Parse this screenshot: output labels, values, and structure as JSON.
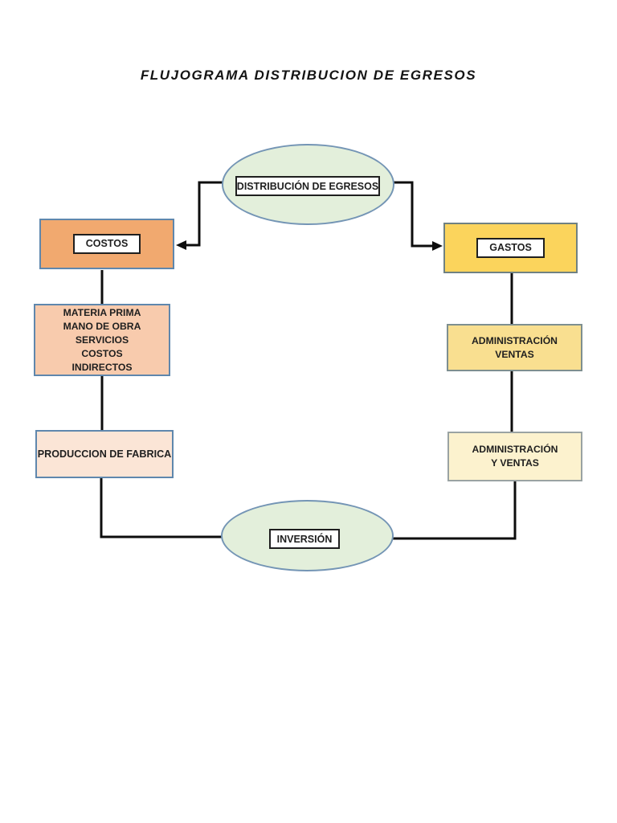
{
  "page": {
    "title": "FLUJOGRAMA DISTRIBUCION DE EGRESOS",
    "background": "#FFFFFF"
  },
  "diagram": {
    "nodes": {
      "distribucion": {
        "label": "DISTRIBUCIÓN DE EGRESOS",
        "shape": "ellipse"
      },
      "costos": {
        "label": "COSTOS",
        "shape": "rect"
      },
      "materia": {
        "lines": [
          "MATERIA PRIMA",
          "MANO DE OBRA",
          "SERVICIOS",
          "COSTOS",
          "INDIRECTOS"
        ],
        "shape": "rect"
      },
      "produccion": {
        "label": "PRODUCCION DE FABRICA",
        "shape": "rect"
      },
      "gastos": {
        "label": "GASTOS",
        "shape": "rect"
      },
      "admin_ventas": {
        "lines": [
          "ADMINISTRACIÓN",
          "VENTAS"
        ],
        "shape": "rect"
      },
      "admin_y_ventas": {
        "lines": [
          "ADMINISTRACIÓN",
          "Y VENTAS"
        ],
        "shape": "rect"
      },
      "inversion": {
        "label": "INVERSIÓN",
        "shape": "ellipse"
      }
    },
    "edges": [
      {
        "from": "distribucion",
        "to": "costos",
        "arrow": true
      },
      {
        "from": "distribucion",
        "to": "gastos",
        "arrow": true
      },
      {
        "from": "costos",
        "to": "materia",
        "arrow": false
      },
      {
        "from": "materia",
        "to": "produccion",
        "arrow": false
      },
      {
        "from": "produccion",
        "to": "inversion",
        "arrow": false
      },
      {
        "from": "gastos",
        "to": "admin_ventas",
        "arrow": false
      },
      {
        "from": "admin_ventas",
        "to": "admin_y_ventas",
        "arrow": false
      },
      {
        "from": "admin_y_ventas",
        "to": "inversion",
        "arrow": false
      }
    ],
    "colors": {
      "ellipse_fill": "#E3EFDB",
      "ellipse_border": "#7495B5",
      "costos_fill": "#F1A96F",
      "costos_border": "#5F87AD",
      "materia_fill": "#F8CBAD",
      "produccion_fill": "#FBE5D6",
      "gastos_fill": "#FBD45C",
      "gastos_border": "#6F8182",
      "admin_ventas_fill": "#F9DF90",
      "admin_y_ventas_fill": "#FCF2CE",
      "connector_line": "#0D0D0D",
      "label_box_bg": "#FFFFFF",
      "text": "#1F1F1F"
    }
  }
}
